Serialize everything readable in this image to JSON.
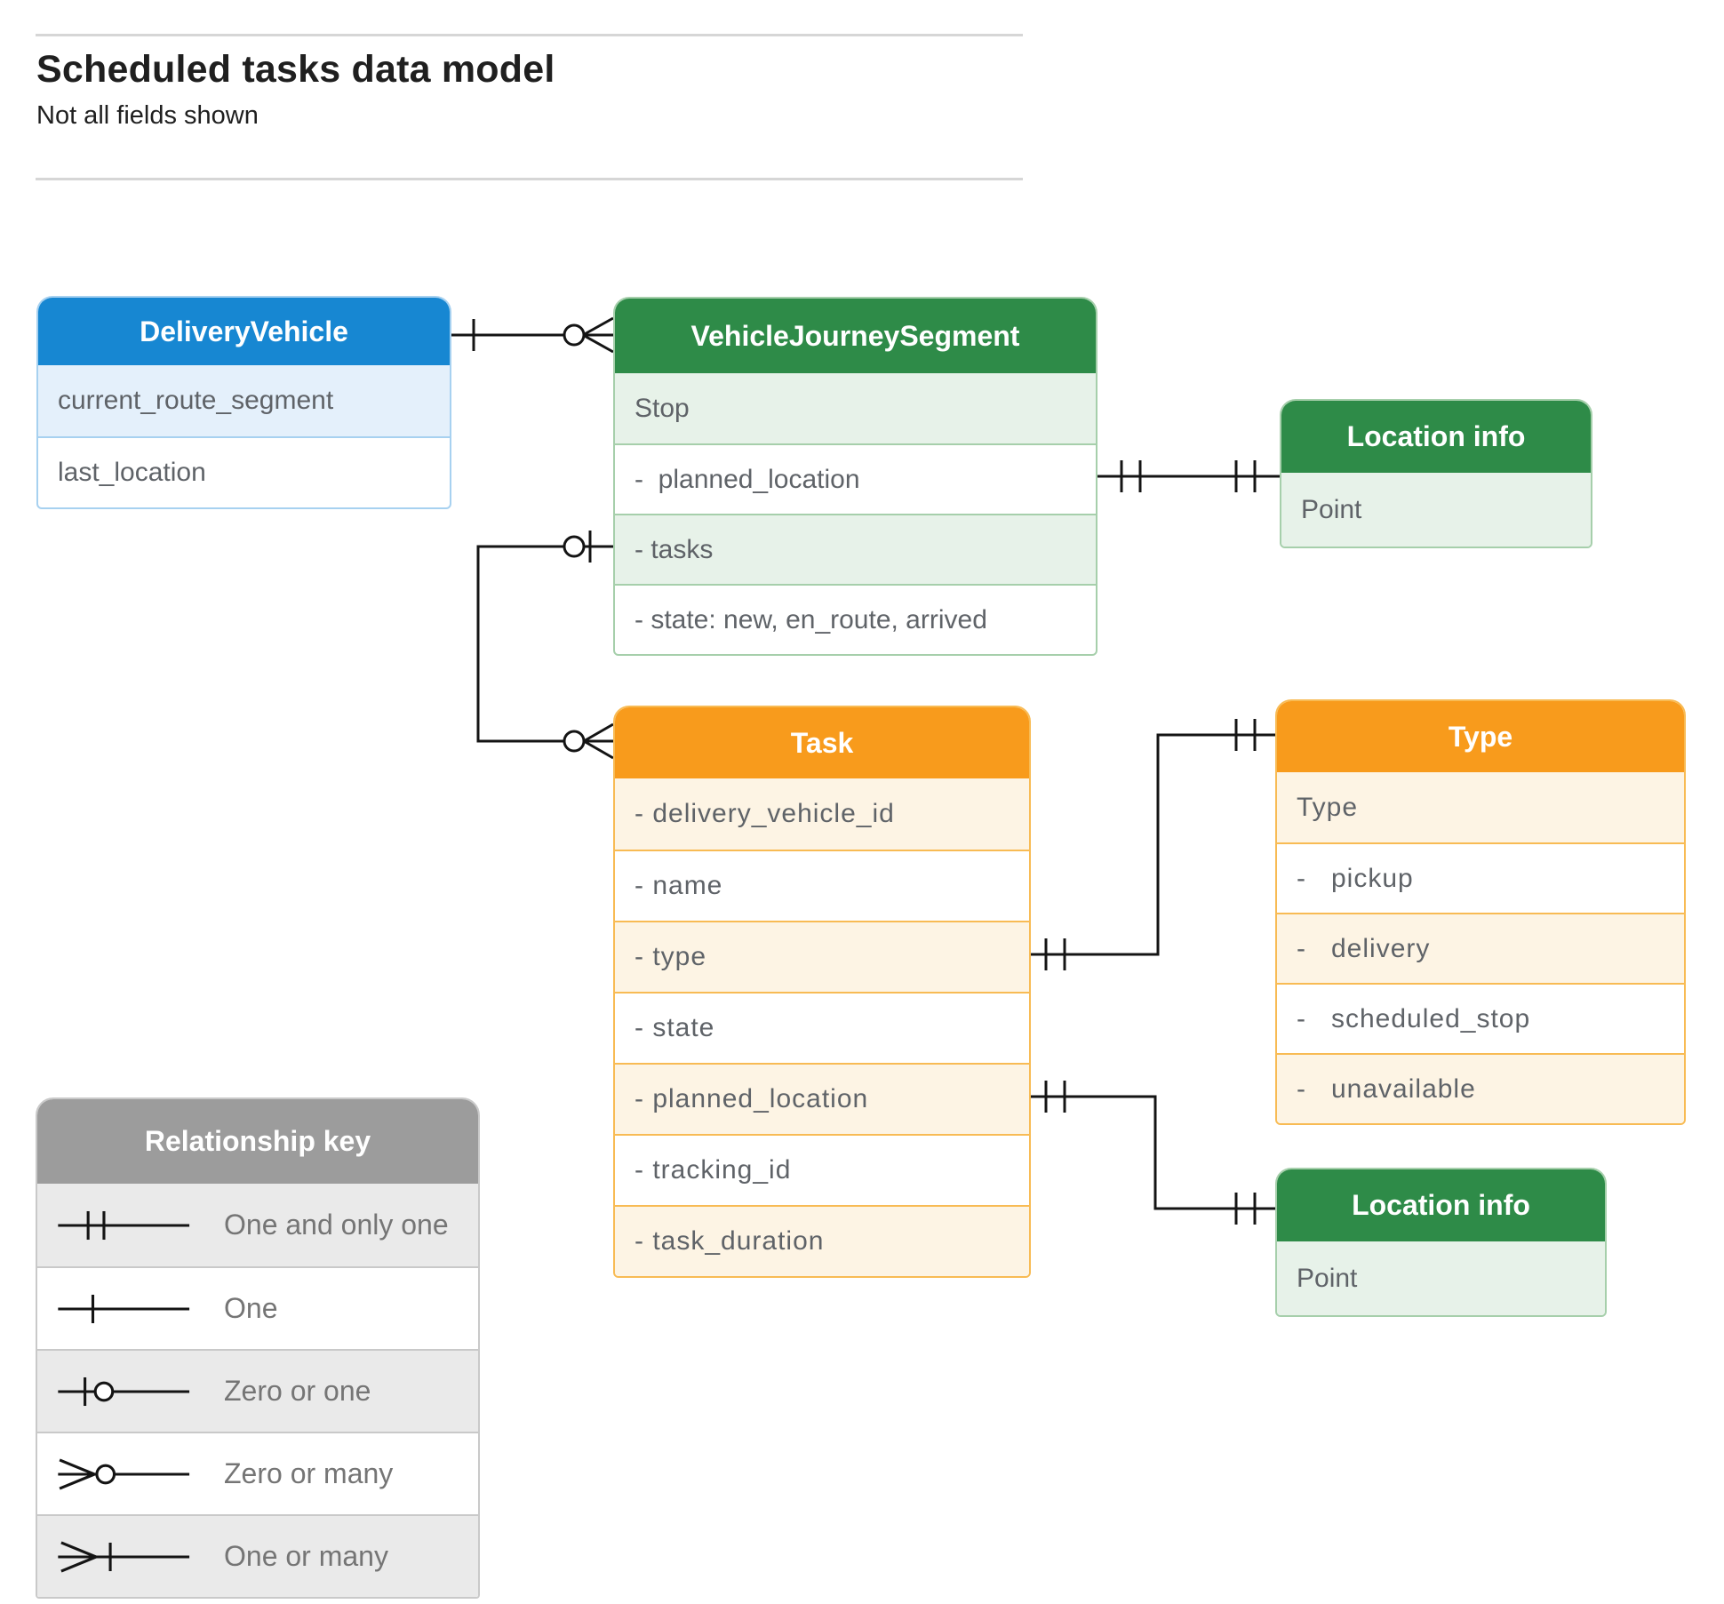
{
  "page": {
    "title": "Scheduled tasks data model",
    "subtitle": "Not all fields shown"
  },
  "entities": {
    "delivery_vehicle": {
      "title": "DeliveryVehicle",
      "fields": [
        {
          "label": "current_route_segment"
        },
        {
          "label": "last_location"
        }
      ]
    },
    "vehicle_journey_segment": {
      "title": "VehicleJourneySegment",
      "fields": [
        {
          "label": "Stop"
        },
        {
          "label": "-  planned_location"
        },
        {
          "label": "- tasks"
        },
        {
          "label": "- state: new, en_route, arrived"
        }
      ]
    },
    "location_info_top": {
      "title": "Location info",
      "fields": [
        {
          "label": "Point"
        }
      ]
    },
    "task": {
      "title": "Task",
      "fields": [
        {
          "label": "- delivery_vehicle_id"
        },
        {
          "label": "- name"
        },
        {
          "label": "- type"
        },
        {
          "label": "- state"
        },
        {
          "label": "- planned_location"
        },
        {
          "label": "- tracking_id"
        },
        {
          "label": "- task_duration"
        }
      ]
    },
    "type": {
      "title": "Type",
      "fields": [
        {
          "label": "Type"
        },
        {
          "label": "-   pickup"
        },
        {
          "label": "-   delivery"
        },
        {
          "label": "-   scheduled_stop"
        },
        {
          "label": "-   unavailable"
        }
      ]
    },
    "location_info_bottom": {
      "title": "Location info",
      "fields": [
        {
          "label": "Point"
        }
      ]
    }
  },
  "legend": {
    "title": "Relationship key",
    "items": [
      {
        "label": "One and only one",
        "symbol": "one-and-only-one"
      },
      {
        "label": "One",
        "symbol": "one"
      },
      {
        "label": "Zero or one",
        "symbol": "zero-or-one"
      },
      {
        "label": "Zero or many",
        "symbol": "zero-or-many"
      },
      {
        "label": "One or many",
        "symbol": "one-or-many"
      }
    ]
  },
  "relationships": [
    {
      "from": "DeliveryVehicle",
      "to": "VehicleJourneySegment",
      "from_cardinality": "one",
      "to_cardinality": "zero-or-many"
    },
    {
      "from": "VehicleJourneySegment.planned_location",
      "to": "Location info (top)",
      "from_cardinality": "one-and-only-one",
      "to_cardinality": "one-and-only-one"
    },
    {
      "from": "VehicleJourneySegment.tasks",
      "to": "Task",
      "from_cardinality": "zero-or-one",
      "to_cardinality": "zero-or-many"
    },
    {
      "from": "Task.type",
      "to": "Type",
      "from_cardinality": "one-and-only-one",
      "to_cardinality": "one-and-only-one"
    },
    {
      "from": "Task.planned_location",
      "to": "Location info (bottom)",
      "from_cardinality": "one-and-only-one",
      "to_cardinality": "one-and-only-one"
    }
  ],
  "colors": {
    "blue_header": "#1787d2",
    "blue_tint": "#e4f0fb",
    "green_header": "#2e8b48",
    "green_tint": "#e7f2e9",
    "orange_header": "#f89b1c",
    "orange_tint": "#fdf4e4",
    "gray_header": "#9c9c9c",
    "gray_tint": "#eaeaea",
    "row_text": "#5f6368",
    "connector": "#141414"
  }
}
